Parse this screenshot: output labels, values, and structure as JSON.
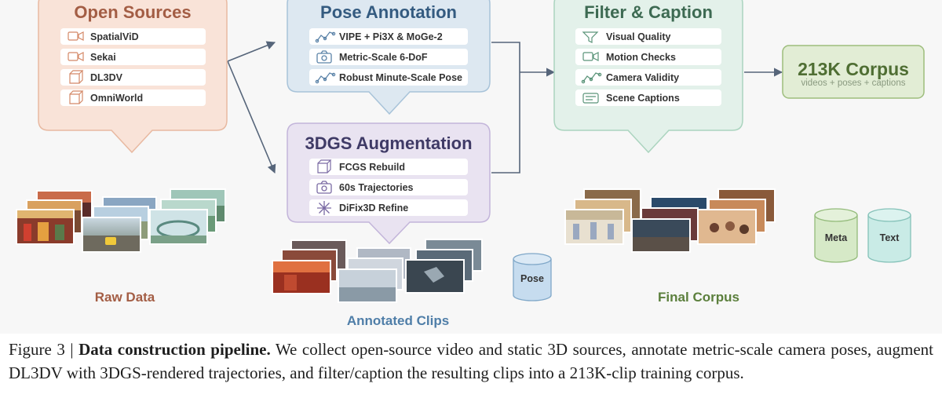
{
  "colors": {
    "open_fill": "#f9e3d8",
    "open_stroke": "#e8b9a1",
    "open_title": "#a35d44",
    "pose_fill": "#dde8f1",
    "pose_stroke": "#a8c3d9",
    "pose_title": "#345b80",
    "gs_fill": "#e9e3f1",
    "gs_stroke": "#c3b5da",
    "gs_title": "#3f3a66",
    "filter_fill": "#e3f1ea",
    "filter_stroke": "#abd4bf",
    "filter_title": "#3d6a52",
    "corpus_fill": "#e2edd5",
    "corpus_stroke": "#9dbd7c",
    "corpus_title": "#4f6e33",
    "arrow": "#56657a",
    "raw_label": "#a35d44",
    "clips_label": "#4f7ea8",
    "final_label": "#5b7f3c",
    "pose_db_fill": "#c6dcef",
    "pose_db_stroke": "#7fa7c8",
    "meta_db_fill": "#d6e9c7",
    "meta_db_stroke": "#93bb7a",
    "text_db_fill": "#c9ebe6",
    "text_db_stroke": "#85c2b9"
  },
  "open_sources": {
    "title": "Open Sources",
    "items": [
      {
        "label": "SpatialViD",
        "icon": "video-icon"
      },
      {
        "label": "Sekai",
        "icon": "video-icon"
      },
      {
        "label": "DL3DV",
        "icon": "cube-icon"
      },
      {
        "label": "OmniWorld",
        "icon": "cube-icon"
      }
    ]
  },
  "pose_annotation": {
    "title": "Pose Annotation",
    "items": [
      {
        "label": "VIPE + Pi3X & MoGe-2",
        "icon": "trajectory-icon"
      },
      {
        "label": "Metric-Scale 6-DoF",
        "icon": "camera-icon"
      },
      {
        "label": "Robust Minute-Scale Pose",
        "icon": "trajectory-icon"
      }
    ]
  },
  "gs_augmentation": {
    "title": "3DGS Augmentation",
    "items": [
      {
        "label": "FCGS Rebuild",
        "icon": "cube-icon"
      },
      {
        "label": "60s Trajectories",
        "icon": "camera-icon"
      },
      {
        "label": "DiFix3D Refine",
        "icon": "sparkle-icon"
      }
    ]
  },
  "filter_caption": {
    "title": "Filter & Caption",
    "items": [
      {
        "label": "Visual Quality",
        "icon": "funnel-icon"
      },
      {
        "label": "Motion Checks",
        "icon": "video-icon"
      },
      {
        "label": "Camera Validity",
        "icon": "trajectory-icon"
      },
      {
        "label": "Scene Captions",
        "icon": "caption-icon"
      }
    ]
  },
  "corpus": {
    "title": "213K Corpus",
    "subtitle": "videos + poses + captions"
  },
  "stage_labels": {
    "raw": "Raw Data",
    "clips": "Annotated Clips",
    "final": "Final Corpus"
  },
  "databases": {
    "pose": "Pose",
    "meta": "Meta",
    "text": "Text"
  },
  "caption": {
    "prefix": "Figure 3 | ",
    "bold": "Data construction pipeline.",
    "body": " We collect open-source video and static 3D sources, annotate metric-scale camera poses, augment DL3DV with 3DGS-rendered trajectories, and filter/caption the resulting clips into a 213K-clip training corpus."
  }
}
